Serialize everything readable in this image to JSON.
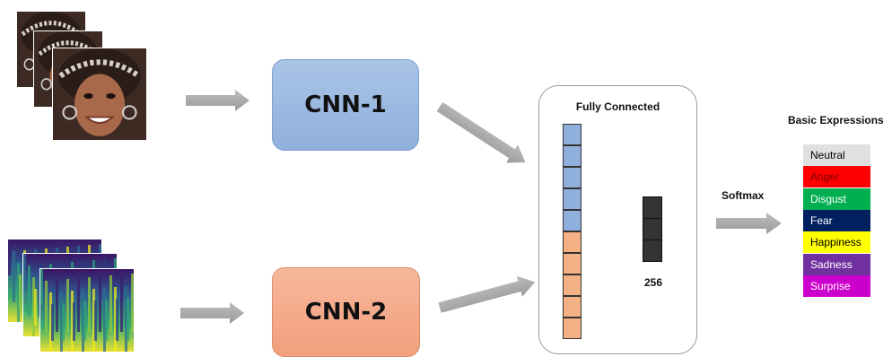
{
  "face_stack": {
    "count": 3
  },
  "spectrogram_stack": {
    "count": 3
  },
  "cnn1": {
    "label": "CNN-1"
  },
  "cnn2": {
    "label": "CNN-2"
  },
  "fully_connected": {
    "title": "Fully Connected",
    "blue_cells": 5,
    "orange_cells": 5,
    "output_cells": 3,
    "output_label": "256",
    "colors": {
      "blue": "#8fb0dc",
      "orange": "#f4b183",
      "output": "#333333"
    }
  },
  "softmax": {
    "label": "Softmax"
  },
  "expressions": {
    "title": "Basic Expressions",
    "items": [
      {
        "label": "Neutral",
        "bg": "#e0e0e0",
        "fg": "#000000"
      },
      {
        "label": "Anger",
        "bg": "#ff0000",
        "fg": "#7a0000"
      },
      {
        "label": "Disgust",
        "bg": "#00b050",
        "fg": "#ffffff"
      },
      {
        "label": "Fear",
        "bg": "#002060",
        "fg": "#ffffff"
      },
      {
        "label": "Happiness",
        "bg": "#ffff00",
        "fg": "#000000"
      },
      {
        "label": "Sadness",
        "bg": "#7030a0",
        "fg": "#ffffff"
      },
      {
        "label": "Surprise",
        "bg": "#cc00cc",
        "fg": "#ffffff"
      }
    ]
  },
  "colors": {
    "arrow": "#a6a6a6",
    "cnn1": "#8fb0dc",
    "cnn2": "#f29f7c"
  }
}
